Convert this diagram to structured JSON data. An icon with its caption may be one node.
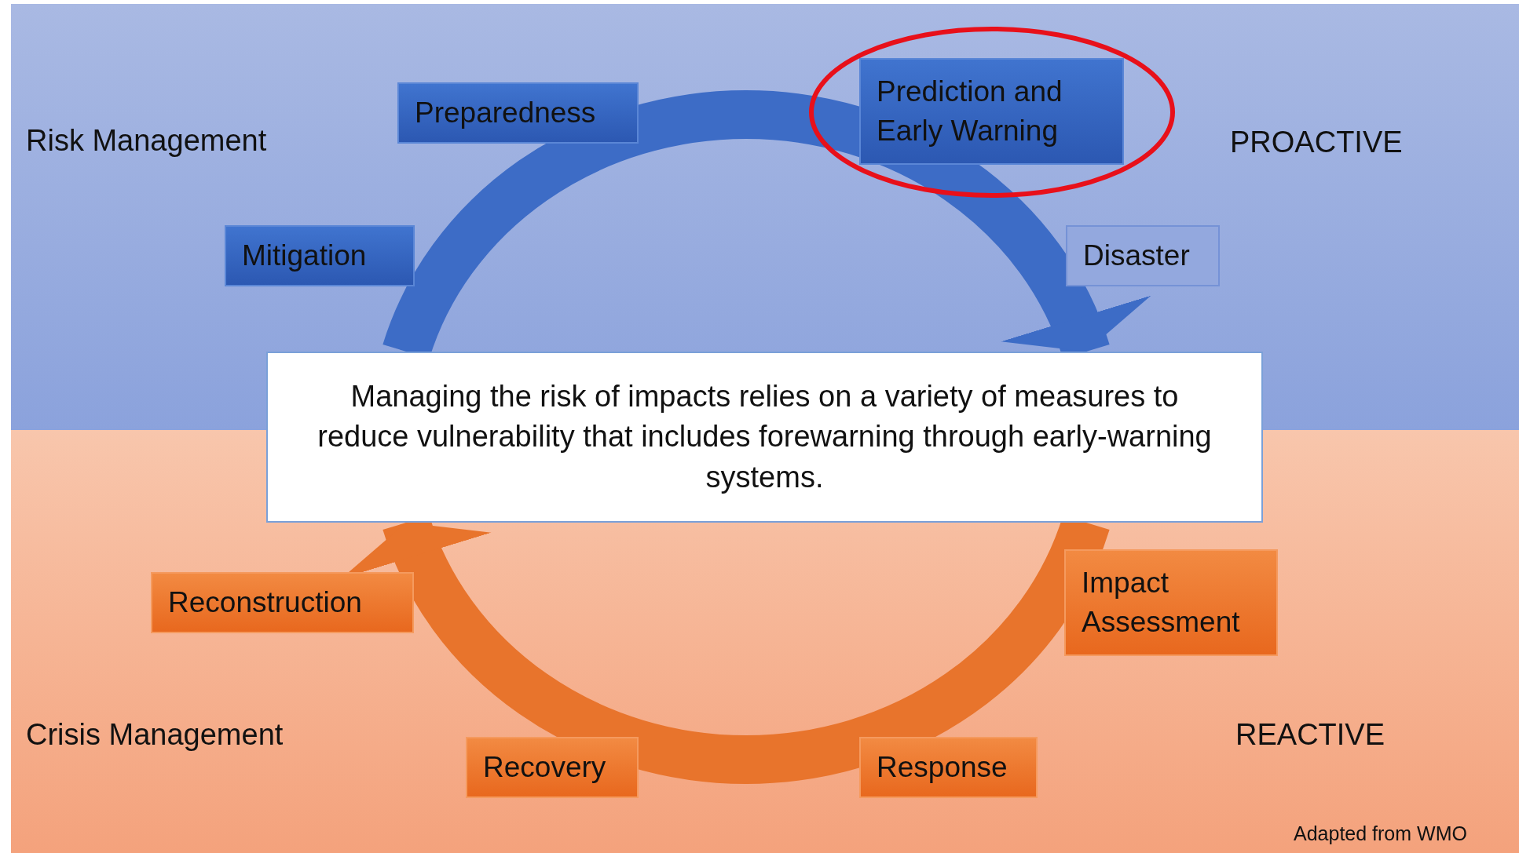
{
  "diagram": {
    "nodes": [
      {
        "text": [
          "Prediction and Early Warning"
        ]
      },
      {
        "text": [
          "Preparedness"
        ]
      },
      {
        "text": [
          "Mitigation"
        ]
      },
      {
        "text": [
          "Disaster"
        ]
      },
      {
        "text": [
          "Managing the risk of impacts relies on a variety of measures to reduce vulnerability that includes forewarning through early-warning systems."
        ]
      },
      {
        "text": [
          "Impact Assessment"
        ]
      },
      {
        "text": [
          "Reconstruction"
        ]
      },
      {
        "text": [
          "Recovery"
        ]
      },
      {
        "text": [
          "Response"
        ]
      }
    ],
    "edges": [
      {
        "from": null,
        "to": 4,
        "arrow": "to",
        "color": "#3d6cc6"
      },
      {
        "from": null,
        "to": 4,
        "arrow": "to",
        "color": "#e8742c"
      }
    ],
    "labels": [
      "Risk Management",
      "PROACTIVE",
      "Crisis Management",
      "REACTIVE",
      "Adapted from WMO"
    ]
  }
}
